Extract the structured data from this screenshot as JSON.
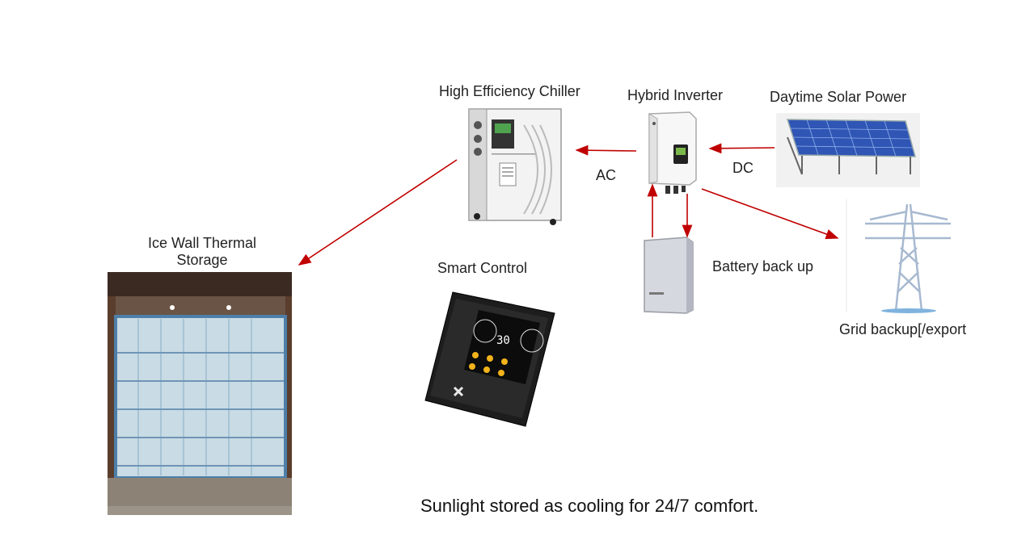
{
  "nodes": {
    "chiller": {
      "label": "High Efficiency Chiller"
    },
    "inverter": {
      "label": "Hybrid Inverter"
    },
    "solar": {
      "label": "Daytime Solar Power"
    },
    "ice_wall": {
      "label_line1": "Ice Wall Thermal",
      "label_line2": "Storage"
    },
    "smart_control": {
      "label": "Smart Control",
      "display_value": "30"
    },
    "battery": {
      "label": "Battery back up"
    },
    "grid": {
      "label": "Grid backup[/export"
    }
  },
  "edges": {
    "ac_label": "AC",
    "dc_label": "DC"
  },
  "caption": "Sunlight stored as cooling for 24/7 comfort.",
  "colors": {
    "arrow": "#c00000",
    "text": "#222222"
  }
}
